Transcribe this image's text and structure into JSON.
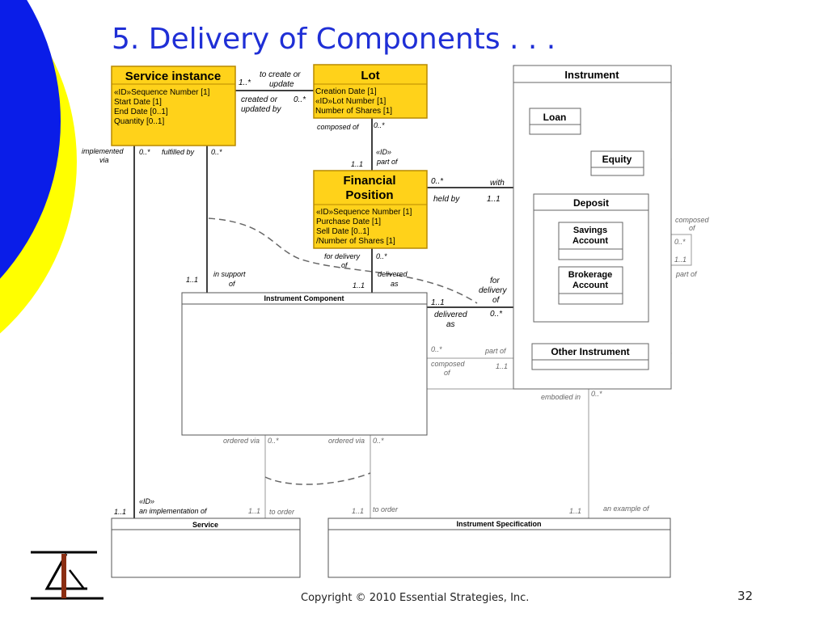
{
  "slide": {
    "title": "5.  Delivery of Components . . .",
    "footer": "Copyright © 2010 Essential Strategies, Inc.",
    "page_number": "32"
  },
  "colors": {
    "title": "#1f2fd6",
    "accent_blue": "#0a1de8",
    "accent_yellow": "#ffff00",
    "class_fill": "#ffd21a",
    "class_border": "#b88a00"
  },
  "classes": {
    "service_instance": {
      "name": "Service instance",
      "attrs": [
        "«ID»Sequence Number [1]",
        "Start Date [1]",
        "End Date [0..1]",
        "Quantity [0..1]"
      ]
    },
    "lot": {
      "name": "Lot",
      "attrs": [
        "Creation Date [1]",
        "«ID»Lot Number [1]",
        "Number of Shares [1]"
      ]
    },
    "financial_position": {
      "name1": "Financial",
      "name2": "Position",
      "attrs": [
        "«ID»Sequence Number [1]",
        "Purchase Date [1]",
        "Sell Date [0..1]",
        "/Number of Shares [1]"
      ]
    },
    "instrument": "Instrument",
    "loan": "Loan",
    "equity": "Equity",
    "deposit": "Deposit",
    "savings_account": {
      "l1": "Savings",
      "l2": "Account"
    },
    "brokerage_account": {
      "l1": "Brokerage",
      "l2": "Account"
    },
    "other_instrument": "Other Instrument",
    "instrument_component": "Instrument Component",
    "service": "Service",
    "instrument_specification": "Instrument Specification"
  },
  "labels": {
    "to_create": "to create or",
    "update": "update",
    "created_or": "created or",
    "updated_by": "updated by",
    "m_1star": "1..*",
    "m_0star": "0..*",
    "m_11": "1..1",
    "composed_of": "composed of",
    "id_stereo": "«ID»",
    "part_of": "part of",
    "with": "with",
    "held_by": "held by",
    "implemented": "implemented",
    "via": "via",
    "fulfilled_by": "fulfilled by",
    "in_support": "in support",
    "of": "of",
    "for_delivery": "for delivery",
    "delivered": "delivered",
    "as": "as",
    "for": "for",
    "delivery": "delivery",
    "composed": "composed",
    "composed_of_word": "composed",
    "embodied_in": "embodied  in",
    "ordered_via": "ordered via",
    "an_implementation_of": "an implementation  of",
    "to_order": "to order",
    "an_example_of": "an example of"
  }
}
